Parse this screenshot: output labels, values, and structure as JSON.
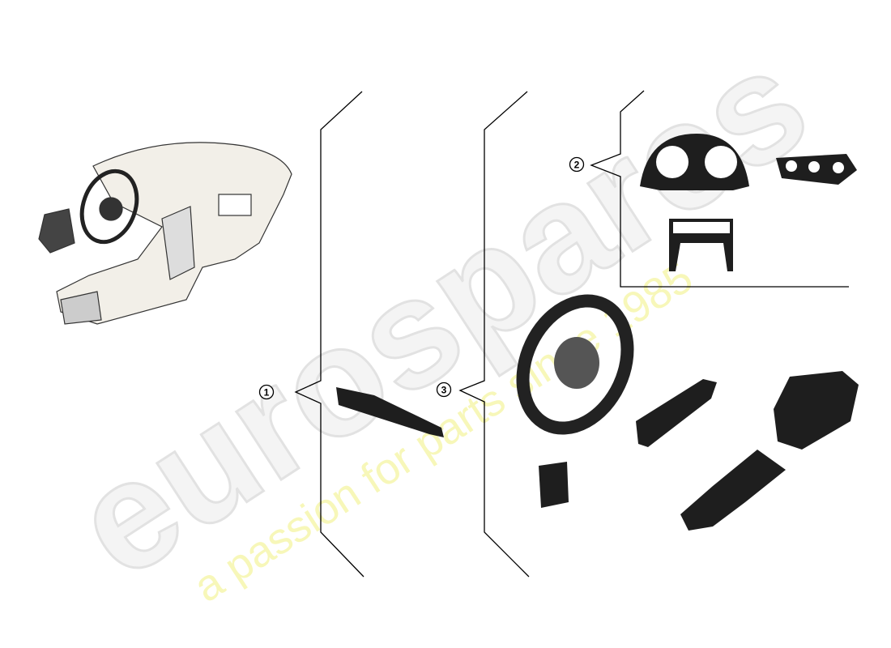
{
  "watermark": {
    "brand": "eurospares",
    "tagline": "a passion for parts since 1985"
  },
  "callouts": [
    {
      "label": "1"
    },
    {
      "label": "2"
    },
    {
      "label": "3"
    }
  ],
  "colors": {
    "line": "#000000",
    "part": "#1e1e1e",
    "watermark_brand": "#e2e2e2",
    "watermark_tagline": "#f6f6a8"
  }
}
